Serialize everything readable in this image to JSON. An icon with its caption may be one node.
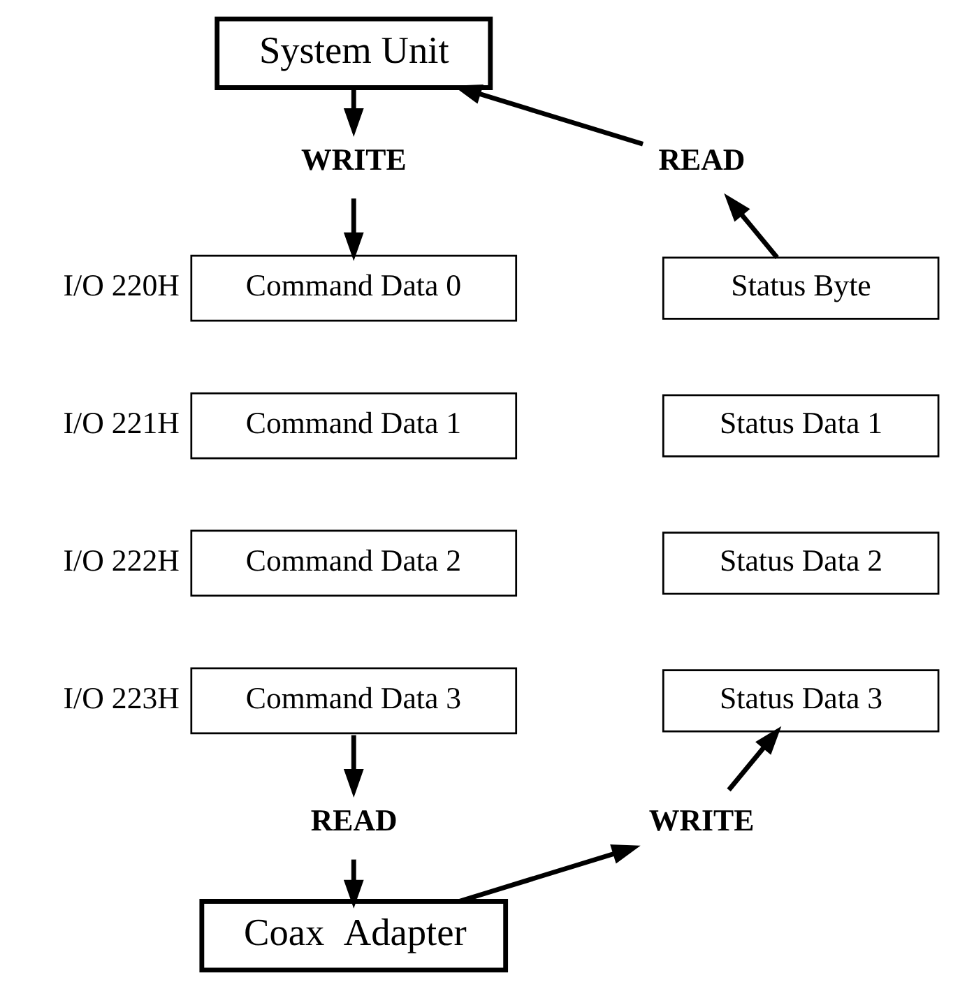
{
  "diagram": {
    "nodes": [
      {
        "text": [
          "System Unit"
        ]
      },
      {
        "text": [
          "WRITE"
        ]
      },
      {
        "text": [
          "READ"
        ]
      },
      {
        "text": [
          "Command Data 0"
        ],
        "beside": [
          "I/O 220H"
        ]
      },
      {
        "text": [
          "Command Data 1"
        ],
        "beside": [
          "I/O 221H"
        ]
      },
      {
        "text": [
          "Command Data 2"
        ],
        "beside": [
          "I/O 222H"
        ]
      },
      {
        "text": [
          "Command Data 3"
        ],
        "beside": [
          "I/O 223H"
        ]
      },
      {
        "text": [
          "Status Byte"
        ]
      },
      {
        "text": [
          "Status Data 1"
        ]
      },
      {
        "text": [
          "Status Data 2"
        ]
      },
      {
        "text": [
          "Status Data 3"
        ]
      },
      {
        "text": [
          "READ"
        ]
      },
      {
        "text": [
          "WRITE"
        ]
      },
      {
        "text": [
          "Coax  Adapter"
        ]
      }
    ],
    "edges": [
      {
        "from": 0,
        "to": 1,
        "arrow": "to"
      },
      {
        "from": 1,
        "to": 3,
        "arrow": "to"
      },
      {
        "from": 6,
        "to": 11,
        "arrow": "to"
      },
      {
        "from": 11,
        "to": 13,
        "arrow": "to"
      },
      {
        "from": 13,
        "to": 12,
        "arrow": "to"
      },
      {
        "from": 12,
        "to": 10,
        "arrow": "to"
      },
      {
        "from": 7,
        "to": 2,
        "arrow": "to"
      },
      {
        "from": 2,
        "to": 0,
        "arrow": "to"
      }
    ]
  }
}
